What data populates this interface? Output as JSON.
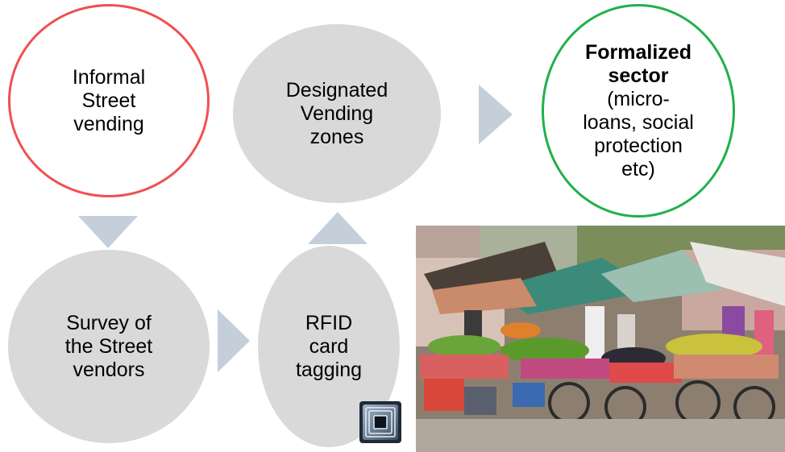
{
  "nodes": {
    "informal": {
      "lines": [
        "Informal",
        "Street",
        "vending"
      ]
    },
    "designated": {
      "lines": [
        "Designated",
        "Vending",
        "zones"
      ]
    },
    "formalized": {
      "bold_lines": [
        "Formalized",
        "sector"
      ],
      "lines": [
        "(micro-",
        "loans, social",
        "protection",
        "etc)"
      ]
    },
    "survey": {
      "lines": [
        "Survey of",
        "the Street",
        "vendors"
      ]
    },
    "rfid": {
      "lines": [
        "RFID",
        "card",
        "tagging"
      ]
    }
  },
  "colors": {
    "informal_border": "#f05050",
    "formalized_border": "#22b04b",
    "node_fill": "#d9d9d9",
    "arrow": "#c5cfd9"
  },
  "images": {
    "photo": "street-market-photo",
    "icon": "rfid-chip-icon"
  }
}
